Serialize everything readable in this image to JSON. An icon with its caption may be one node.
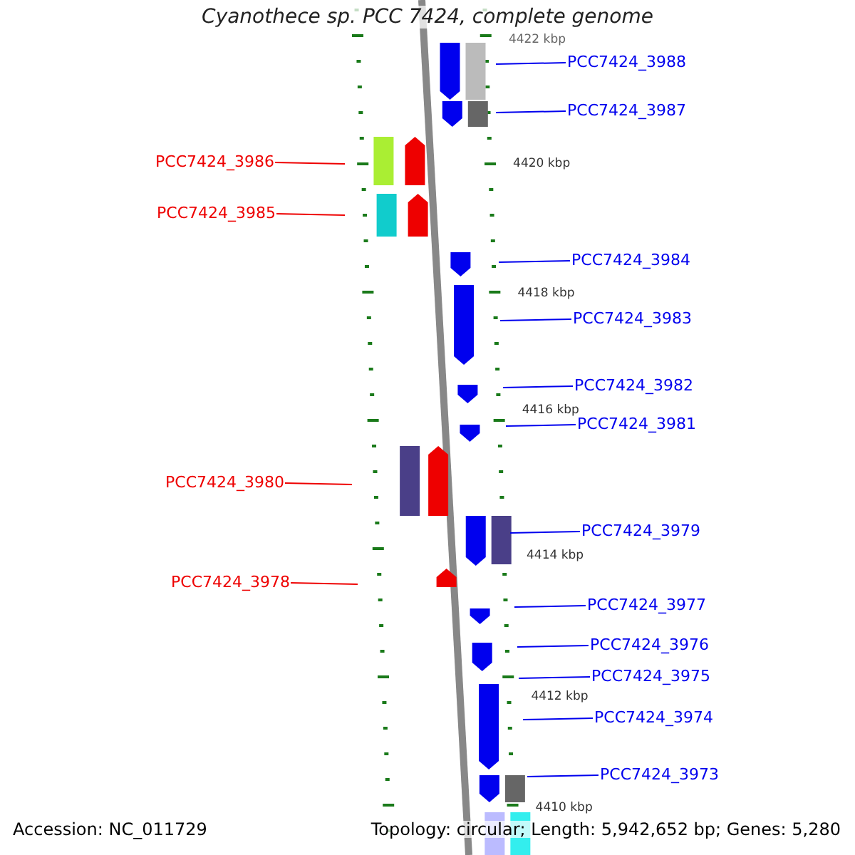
{
  "diagram": {
    "title": "Cyanothece sp. PCC 7424, complete genome",
    "nodes": [
      {
        "text": [
          "PCC7424_3988"
        ]
      },
      {
        "text": [
          "PCC7424_3987"
        ]
      },
      {
        "text": [
          "PCC7424_3986"
        ]
      },
      {
        "text": [
          "PCC7424_3985"
        ]
      },
      {
        "text": [
          "PCC7424_3984"
        ]
      },
      {
        "text": [
          "PCC7424_3983"
        ]
      },
      {
        "text": [
          "PCC7424_3982"
        ]
      },
      {
        "text": [
          "PCC7424_3981"
        ]
      },
      {
        "text": [
          "PCC7424_3980"
        ]
      },
      {
        "text": [
          "PCC7424_3979"
        ]
      },
      {
        "text": [
          "PCC7424_3978"
        ]
      },
      {
        "text": [
          "PCC7424_3977"
        ]
      },
      {
        "text": [
          "PCC7424_3976"
        ]
      },
      {
        "text": [
          "PCC7424_3975"
        ]
      },
      {
        "text": [
          "PCC7424_3974"
        ]
      },
      {
        "text": [
          "PCC7424_3973"
        ]
      }
    ],
    "edges": [
      {
        "from": 0,
        "to": null,
        "arrow": "none"
      },
      {
        "from": 1,
        "to": null,
        "arrow": "none"
      },
      {
        "from": 2,
        "to": null,
        "arrow": "none",
        "color": "#ee0000"
      },
      {
        "from": 3,
        "to": null,
        "arrow": "none",
        "color": "#ee0000"
      },
      {
        "from": 4,
        "to": null,
        "arrow": "none"
      },
      {
        "from": 5,
        "to": null,
        "arrow": "none"
      },
      {
        "from": 6,
        "to": null,
        "arrow": "none"
      },
      {
        "from": 7,
        "to": null,
        "arrow": "none"
      },
      {
        "from": 8,
        "to": null,
        "arrow": "none",
        "color": "#ee0000"
      },
      {
        "from": 9,
        "to": null,
        "arrow": "none"
      },
      {
        "from": 10,
        "to": null,
        "arrow": "none",
        "color": "#ee0000"
      },
      {
        "from": 11,
        "to": null,
        "arrow": "none"
      },
      {
        "from": 12,
        "to": null,
        "arrow": "none"
      },
      {
        "from": 13,
        "to": null,
        "arrow": "none"
      },
      {
        "from": 14,
        "to": null,
        "arrow": "none"
      },
      {
        "from": 15,
        "to": null,
        "arrow": "none"
      }
    ],
    "labels": [
      "4422 kbp",
      "4420 kbp",
      "4418 kbp",
      "4416 kbp",
      "4414 kbp",
      "4412 kbp",
      "4410 kbp",
      "Accession: NC_011729",
      "Topology: circular; Length: 5,942,652 bp; Genes: 5,280"
    ]
  }
}
